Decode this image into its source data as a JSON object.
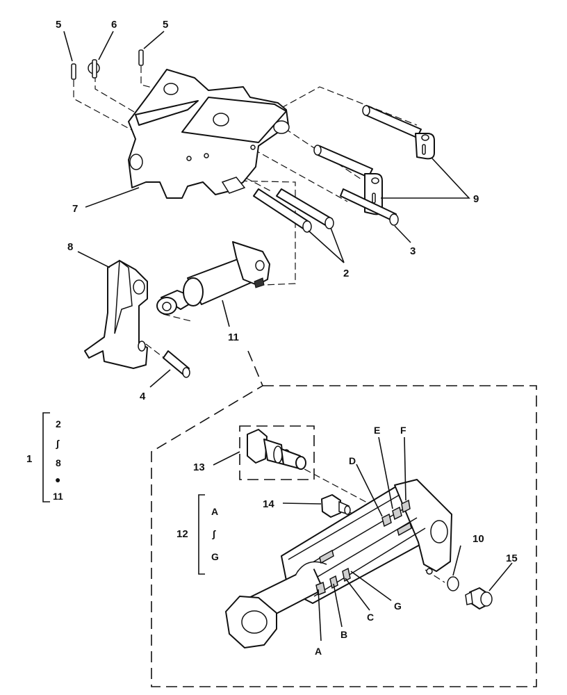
{
  "callouts": {
    "c2": "2",
    "c3": "3",
    "c4": "4",
    "c5a": "5",
    "c5b": "5",
    "c6": "6",
    "c7": "7",
    "c8": "8",
    "c9": "9",
    "c10": "10",
    "c11a": "11",
    "c12": "12",
    "c13": "13",
    "c14": "14",
    "c15": "15",
    "seal_a1": "A",
    "seal_b": "B",
    "seal_c": "C",
    "seal_d": "D",
    "seal_e": "E",
    "seal_f": "F",
    "seal_g1": "G"
  },
  "bracket_1": {
    "label": "1",
    "items": [
      "2",
      "∫",
      "8",
      "●",
      "11"
    ]
  },
  "bracket_12": {
    "label": "12",
    "items": [
      "A",
      "∫",
      "G"
    ]
  }
}
